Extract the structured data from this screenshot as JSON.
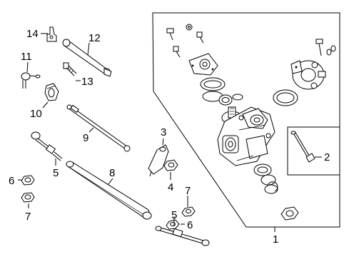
{
  "diagram": {
    "callouts": {
      "c1": "1",
      "c2": "2",
      "c3": "3",
      "c4": "4",
      "c5a": "5",
      "c5b": "5",
      "c6a": "6",
      "c6b": "6",
      "c7a": "7",
      "c7b": "7",
      "c8": "8",
      "c9": "9",
      "c10": "10",
      "c11": "11",
      "c12": "12",
      "c13": "13",
      "c14": "14"
    }
  }
}
